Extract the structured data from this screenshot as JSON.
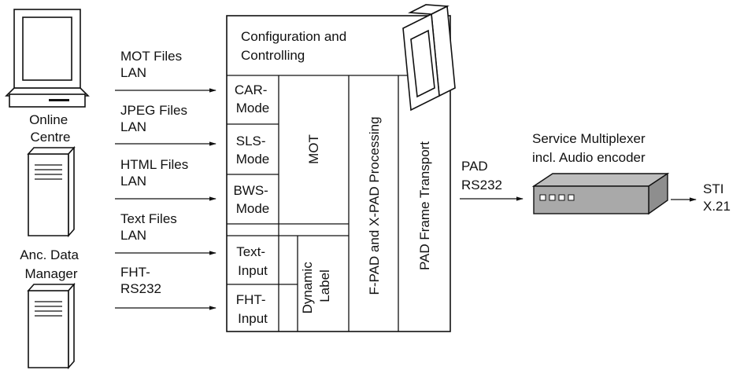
{
  "sources": {
    "online_centre": [
      "Online",
      "Centre"
    ],
    "data_manager": [
      "Anc. Data",
      "Manager"
    ]
  },
  "inputs": [
    {
      "line1": "MOT Files",
      "line2": "LAN"
    },
    {
      "line1": "JPEG Files",
      "line2": "LAN"
    },
    {
      "line1": "HTML Files",
      "line2": "LAN"
    },
    {
      "line1": "Text Files",
      "line2": "LAN"
    },
    {
      "line1": "FHT-",
      "line2": "RS232"
    }
  ],
  "encoder": {
    "config": [
      "Configuration and",
      "Controlling"
    ],
    "modes": [
      [
        "CAR-",
        "Mode"
      ],
      [
        "SLS-",
        "Mode"
      ],
      [
        "BWS-",
        "Mode"
      ]
    ],
    "mot": "MOT",
    "label_inputs": [
      [
        "Text-",
        "Input"
      ],
      [
        "FHT-",
        "Input"
      ]
    ],
    "dynamic_label": [
      "Dynamic",
      "Label"
    ],
    "fpad": "F-PAD and X-PAD Processing",
    "pad_transport": "PAD Frame Transport"
  },
  "pad_link": [
    "PAD",
    "RS232"
  ],
  "multiplexer": [
    "Service Multiplexer",
    "incl. Audio encoder"
  ],
  "output": [
    "STI",
    "X.21"
  ]
}
